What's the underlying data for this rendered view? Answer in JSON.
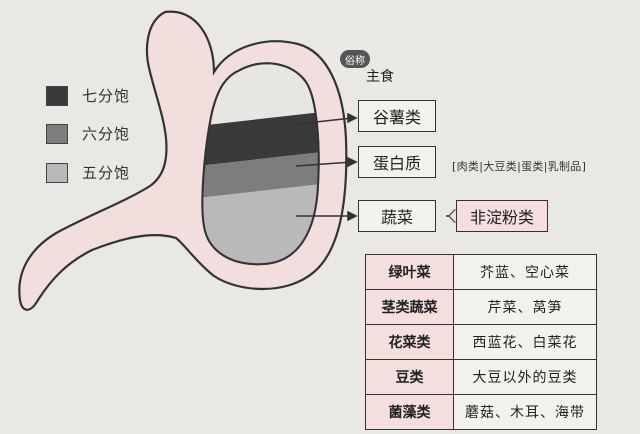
{
  "legend": [
    {
      "label": "七分饱",
      "color": "#3a3a3a"
    },
    {
      "label": "六分饱",
      "color": "#7d7d7d"
    },
    {
      "label": "五分饱",
      "color": "#b9b9b9"
    }
  ],
  "staple": {
    "badge": "俗称",
    "label": "主食"
  },
  "categories": {
    "grains": "谷薯类",
    "protein": "蛋白质",
    "vegetables": "蔬菜",
    "non_starch": "非淀粉类"
  },
  "protein_note": "[肉类|大豆类|蛋类|乳制品]",
  "veg_table": [
    {
      "category": "绿叶菜",
      "examples": "芥蓝、空心菜"
    },
    {
      "category": "茎类蔬菜",
      "examples": "芹菜、莴笋"
    },
    {
      "category": "花菜类",
      "examples": "西蓝花、白菜花"
    },
    {
      "category": "豆类",
      "examples": "大豆以外的豆类"
    },
    {
      "category": "菌藻类",
      "examples": "蘑菇、木耳、海带"
    }
  ],
  "colors": {
    "stomach_fill": "#f3dede",
    "stomach_outline": "#333333",
    "interior": "#e8e6e3",
    "tag_fill": "#f4dede"
  }
}
